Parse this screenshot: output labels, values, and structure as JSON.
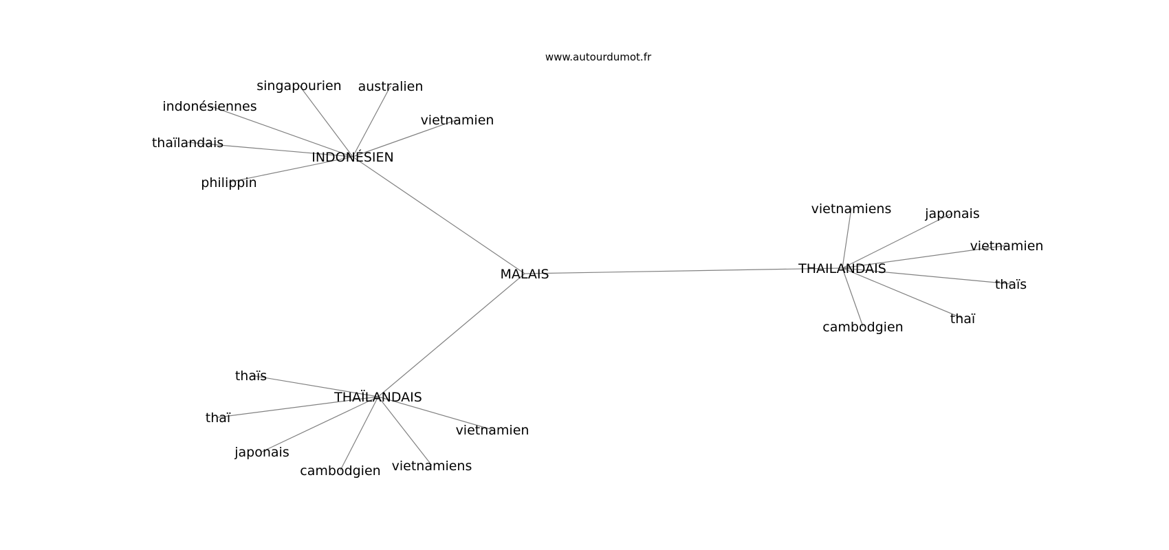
{
  "watermark": "www.autourdumot.fr",
  "graph": {
    "center": {
      "id": "malais",
      "label": "MALAIS"
    },
    "hubs": [
      {
        "id": "indonesien",
        "label": "INDONÉSIEN",
        "leaves": [
          "singapourien",
          "australien",
          "indonésiennes",
          "vietnamien",
          "thaïlandais",
          "philippin"
        ]
      },
      {
        "id": "thailandais-1",
        "label": "THAILANDAIS",
        "leaves": [
          "vietnamiens",
          "japonais",
          "vietnamien",
          "thaïs",
          "thaï",
          "cambodgien"
        ]
      },
      {
        "id": "thailandais-2",
        "label": "THAÏLANDAIS",
        "leaves": [
          "thaïs",
          "thaï",
          "japonais",
          "cambodgien",
          "vietnamiens",
          "vietnamien"
        ]
      }
    ]
  }
}
